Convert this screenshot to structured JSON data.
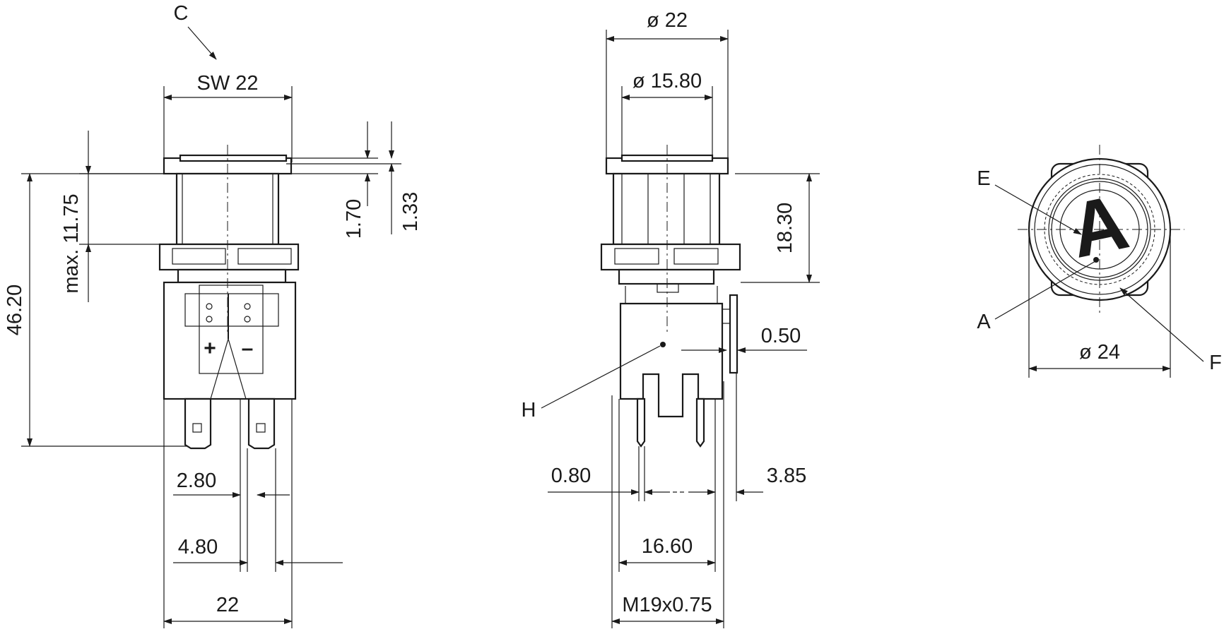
{
  "dimensions": {
    "sw22": "SW 22",
    "d46_20": "46.20",
    "max11_75": "max. 11.75",
    "d1_70": "1.70",
    "d1_33": "1.33",
    "d2_80": "2.80",
    "d4_80": "4.80",
    "d22": "22",
    "dia22": "ø 22",
    "dia15_80": "ø 15.80",
    "d18_30": "18.30",
    "d0_50": "0.50",
    "d0_80": "0.80",
    "d3_85": "3.85",
    "d16_60": "16.60",
    "m19": "M19x0.75",
    "dia24": "ø 24"
  },
  "labels": {
    "c": "C",
    "h": "H",
    "e": "E",
    "a": "A",
    "f": "F",
    "symbol": "A",
    "plus": "+",
    "minus": "–"
  }
}
